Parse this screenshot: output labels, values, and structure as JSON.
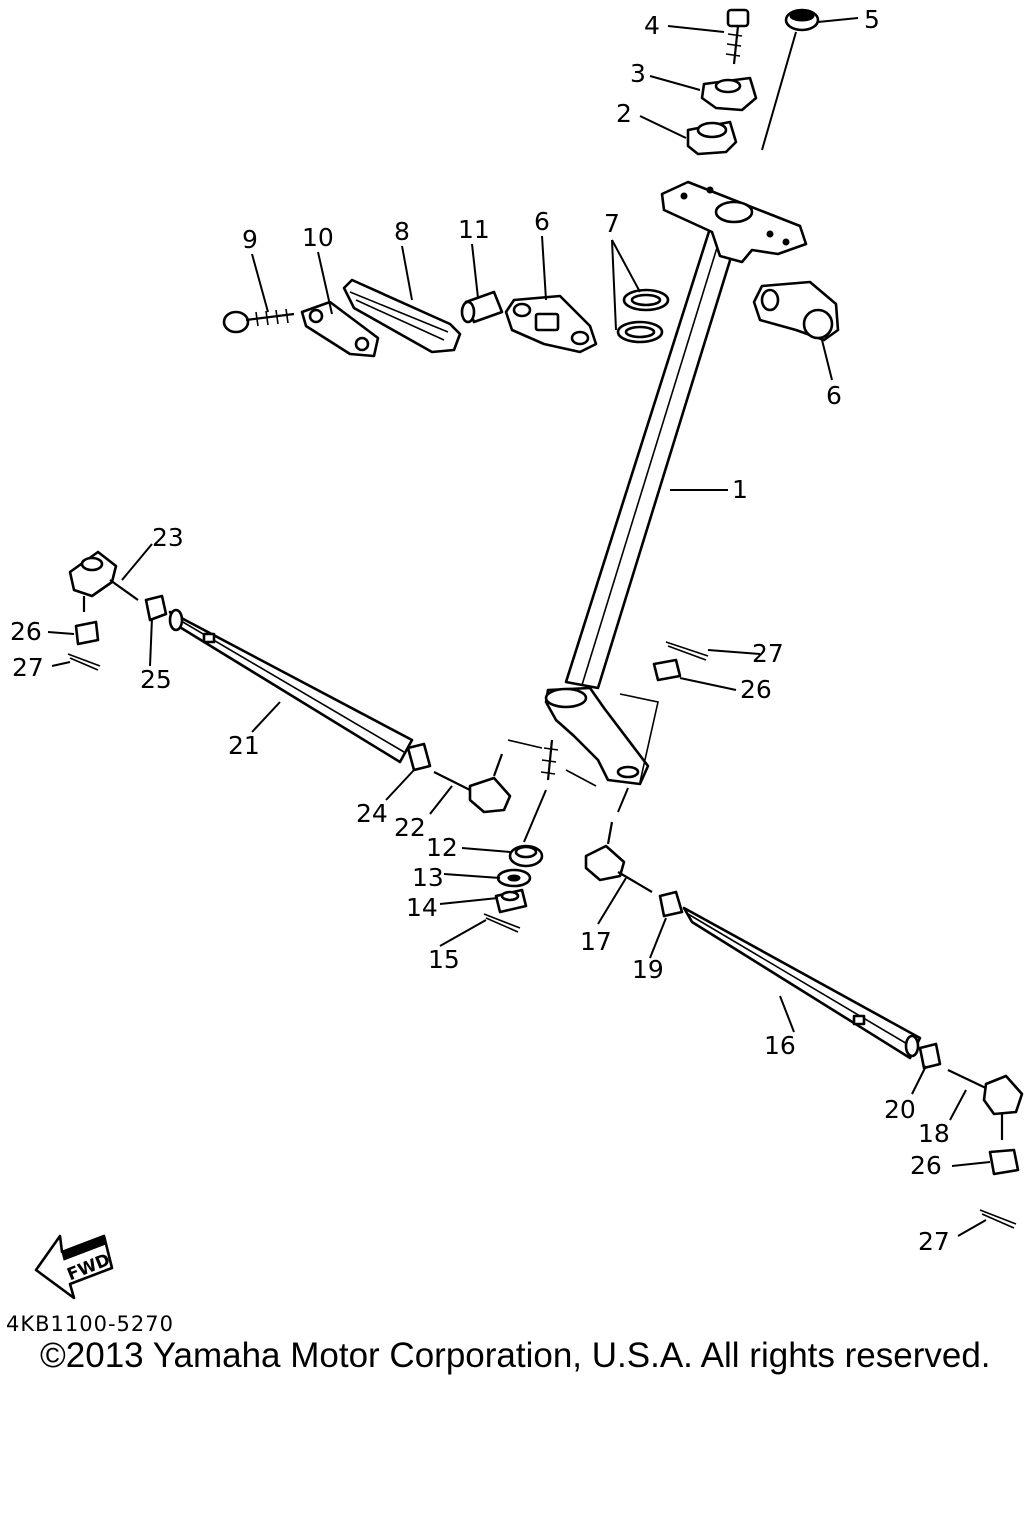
{
  "diagram": {
    "code": "4KB1100-5270",
    "copyright": "©2013 Yamaha Motor Corporation, U.S.A. All rights reserved.",
    "fwd_label": "FWD"
  },
  "callouts": {
    "c1": "1",
    "c2": "2",
    "c3": "3",
    "c4": "4",
    "c5": "5",
    "c6a": "6",
    "c6b": "6",
    "c7": "7",
    "c8": "8",
    "c9": "9",
    "c10": "10",
    "c11": "11",
    "c12": "12",
    "c13": "13",
    "c14": "14",
    "c15": "15",
    "c16": "16",
    "c17": "17",
    "c18": "18",
    "c19": "19",
    "c20": "20",
    "c21": "21",
    "c22": "22",
    "c23": "23",
    "c24": "24",
    "c25": "25",
    "c26a": "26",
    "c26b": "26",
    "c26c": "26",
    "c27a": "27",
    "c27b": "27",
    "c27c": "27"
  }
}
